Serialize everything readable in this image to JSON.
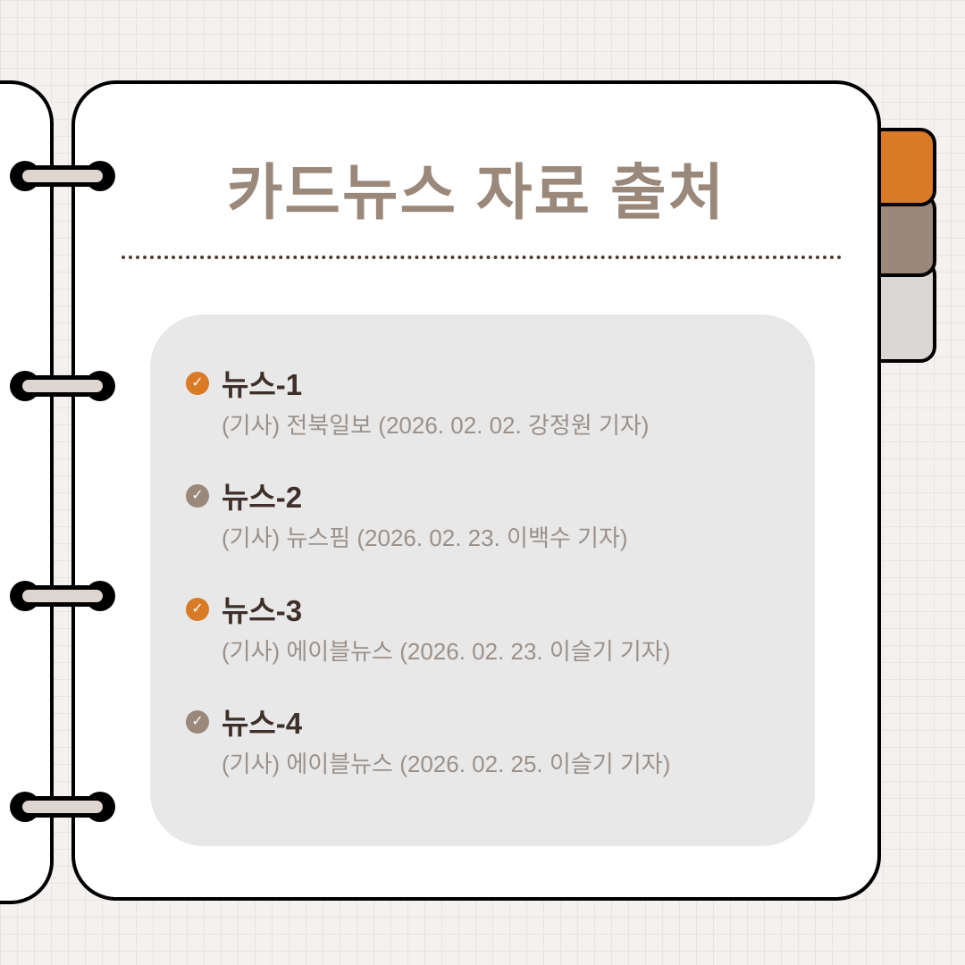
{
  "title": "카드뉴스 자료 출처",
  "colors": {
    "accent": "#d97a27",
    "brown": "#9a887b",
    "light": "#d9d6d3"
  },
  "items": [
    {
      "heading": "뉴스-1",
      "source": "(기사) 전북일보 (2026. 02. 02. 강정원 기자)",
      "icon": "check-circle-icon",
      "color": "#d97a27"
    },
    {
      "heading": "뉴스-2",
      "source": "(기사) 뉴스핌 (2026. 02. 23. 이백수 기자)",
      "icon": "check-circle-icon",
      "color": "#9a887b"
    },
    {
      "heading": "뉴스-3",
      "source": "(기사) 에이블뉴스 (2026. 02. 23. 이슬기 기자)",
      "icon": "check-circle-icon",
      "color": "#d97a27"
    },
    {
      "heading": "뉴스-4",
      "source": "(기사) 에이블뉴스 (2026. 02. 25. 이슬기 기자)",
      "icon": "check-circle-icon",
      "color": "#9a887b"
    }
  ]
}
